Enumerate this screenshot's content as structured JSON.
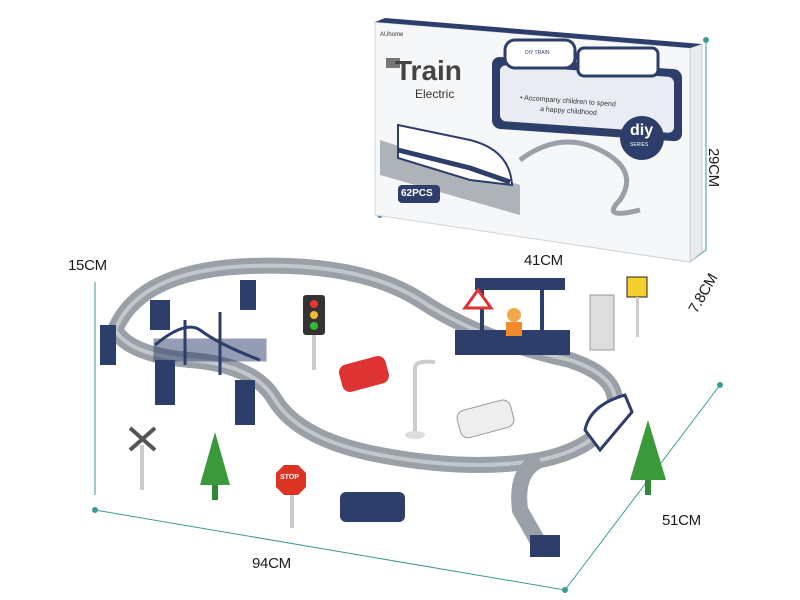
{
  "box": {
    "brand": "AUhome",
    "title": "Train",
    "subtitle": "Electric",
    "slogan_line1": "• Accompany children to spend",
    "slogan_line2": "a happy childhood",
    "badge_main": "diy",
    "badge_sub": "SERIES",
    "piece_count": "62PCS",
    "train_label": "DIY TRAIN"
  },
  "dimensions": {
    "box_width": "41CM",
    "box_height": "29CM",
    "box_depth": "7.8CM",
    "set_height": "15CM",
    "set_width": "94CM",
    "set_depth": "51CM"
  },
  "accessories": {
    "stop_sign": "STOP"
  },
  "colors": {
    "navy": "#2e3e6b",
    "track": "#9aa0a8",
    "dimension_line": "#2f8f8f"
  }
}
